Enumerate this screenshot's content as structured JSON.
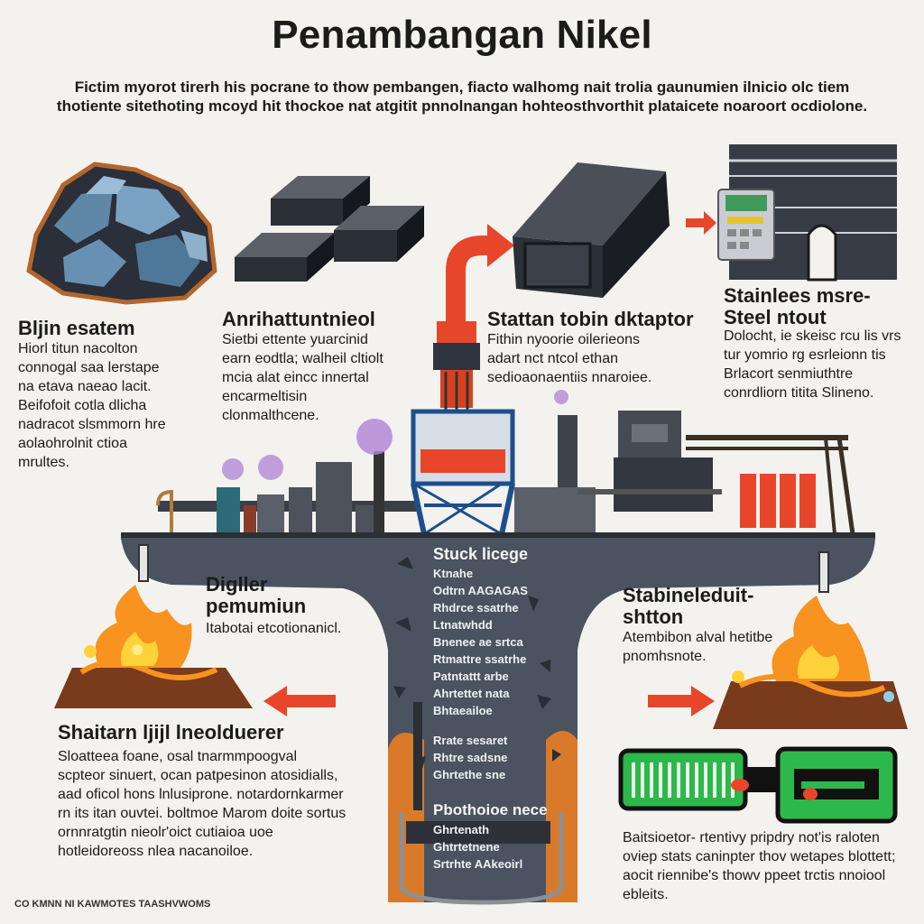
{
  "title": "Penambangan Nikel",
  "intro": "Fictim myorot tirerh his pocrane to thow pembangen, fiacto walhomg nait trolia gaunumien ilnicio olc tiem thotiente sitethoting mcoyd hit thockoe nat atgitit pnnolnangan hohteosthvorthit plataicete noaroort ocdiolone.",
  "sections": {
    "ore": {
      "heading": "Bljin esatem",
      "body": "Hiorl titun nacolton connogal saa lerstape na etava naeao lacit. Beifofoit cotla dlicha nadracot slsmmorn hre aolaohrolnit ctioa mrultes."
    },
    "ingot": {
      "heading": "Anrihattuntnieol",
      "body": "Sietbi ettente yuarcinid earn eodtla; walheil cltiolt mcia alat eincc innertal encarmeltisin clonmalthcene."
    },
    "station": {
      "heading": "Stattan tobin dktaptor",
      "body": "Fithin nyoorie oilerieons adart nct ntcol ethan sedioaonaentiis nnaroiee."
    },
    "stainless": {
      "heading": "Stainlees msre- Steel ntout",
      "body": "Dolocht, ie skeisc rcu lis vrs tur yomrio rg esrleionn tis Brlacort senmiuthtre conrdliorn titita Slineno."
    },
    "digger": {
      "heading": "Digller pemumiun",
      "body": "Itabotai etcotionanicl."
    },
    "shaft": {
      "heading": "Stuck licege",
      "lines": [
        "Ktnahe",
        "Odtrn AAGAGAS",
        "Rhdrce ssatrhe",
        "Ltnatwhdd",
        "Bnenee ae srtca",
        "Rtmattre ssatrhe",
        "Patntattt arbe",
        "Ahrtettet nata",
        "Bhtaeailoe",
        "Rrate sesaret",
        "Rhtre sadsne",
        "Ghrtethe sne"
      ],
      "sub_heading": "Pbothoioe nece",
      "sub_lines": [
        "Ghrtenath",
        "Ghtrtetnene",
        "Srtrhte AAkeoirl"
      ]
    },
    "smelter": {
      "heading": "Shaitarn ljijl lneolduerer",
      "body": "Sloatteea foane, osal tnarmmpoogval scpteor sinuert, ocan patpesinon atosidialls, aad oficol hons lnlusiprone. notardornkarmer rn its itan ouvtei. boltmoe Marom doite sortus ornnratgtin nieolr'oict cutiaioa uoe hotleidoreoss nlea nacanoiloe."
    },
    "station_right": {
      "heading": "Stabineleduit- shtton",
      "body": "Atembibon alval hetitbe pnomhsnote."
    },
    "battery": {
      "body": "Baitsioetor- rtentivy pripdry not'is raloten oviep stats caninpter thov wetapes blottett; aocit riennibe's thowv ppeet trctis nnoiool ebleits."
    }
  },
  "footer": "CO KMNN NI KAWMOTES TAASHVWOMS",
  "colors": {
    "accent_red": "#e8462a",
    "steel_dark": "#2e3440",
    "ground": "#4b5361",
    "flame": "#f7931e",
    "battery_green": "#2db84b",
    "smelter_blue": "#1e4e8c"
  },
  "icons": [
    "nickel-ore-icon",
    "ingot-stack-icon",
    "bent-pipe-arrow-icon",
    "steel-ingot-icon",
    "warehouse-icon",
    "control-panel-icon",
    "factory-skyline-icon",
    "smelter-tower-icon",
    "crane-icon",
    "mine-shaft-icon",
    "fire-icon",
    "red-arrow-icon",
    "battery-icon"
  ]
}
